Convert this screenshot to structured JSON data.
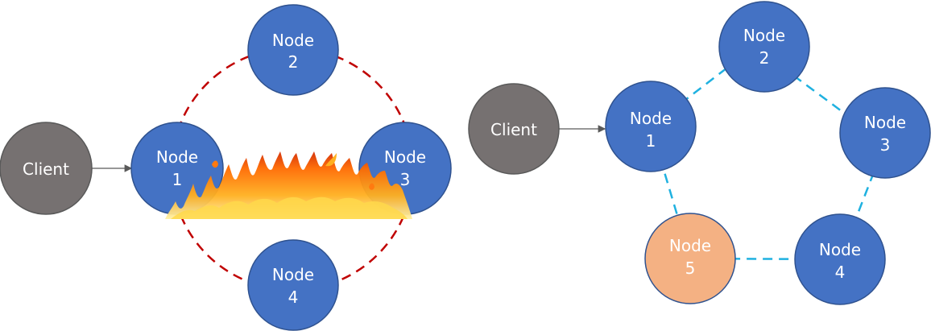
{
  "colors": {
    "node_primary": "#4472c4",
    "node_client": "#767171",
    "node_new": "#f4b183",
    "ring_failed": "#c00000",
    "ring_healthy": "#1fb1e0",
    "fire": "#ff8c1a"
  },
  "left_cluster": {
    "client": {
      "line1": "Client"
    },
    "nodes": [
      {
        "line1": "Node",
        "line2": "1"
      },
      {
        "line1": "Node",
        "line2": "2"
      },
      {
        "line1": "Node",
        "line2": "3"
      },
      {
        "line1": "Node",
        "line2": "4"
      }
    ],
    "decoration": "fire-icon"
  },
  "right_cluster": {
    "client": {
      "line1": "Client"
    },
    "nodes": [
      {
        "line1": "Node",
        "line2": "1"
      },
      {
        "line1": "Node",
        "line2": "2"
      },
      {
        "line1": "Node",
        "line2": "3"
      },
      {
        "line1": "Node",
        "line2": "4"
      },
      {
        "line1": "Node",
        "line2": "5"
      }
    ]
  }
}
